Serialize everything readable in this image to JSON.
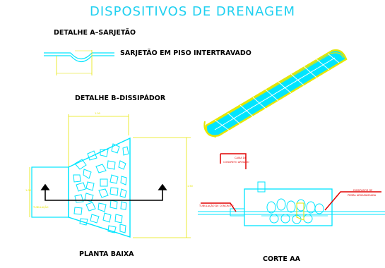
{
  "title": "DISPOSITIVOS   DE DRENAGEM",
  "labels": {
    "detail_a": "DETALHE A–SARJETÃO",
    "sarjetao": "SARJETÃO EM PISO INTERTRAVADO",
    "detail_b": "DETALHE B–DISSIPÁDOR",
    "planta": "PLANTA BAIXA",
    "corte": "CORTE AA"
  },
  "colors": {
    "cyan": "#00e5ff",
    "yellow": "#e6e600",
    "red": "#e00000",
    "arrow": "#000000"
  },
  "tiny_labels": {
    "dim_top": "1.00",
    "dim_right": "1.50",
    "dim_left": "1.00",
    "pipe_note": "TUBULAÇÃO",
    "note_top_1": "CAIXA DE",
    "note_top_2": "CONCRETO ARMADO",
    "note_left": "TUBULAÇÃO DE CONCRETO",
    "note_right_1": "DISSIPADOR DE",
    "note_right_2": "PEDRA ARGAMASSADA"
  }
}
